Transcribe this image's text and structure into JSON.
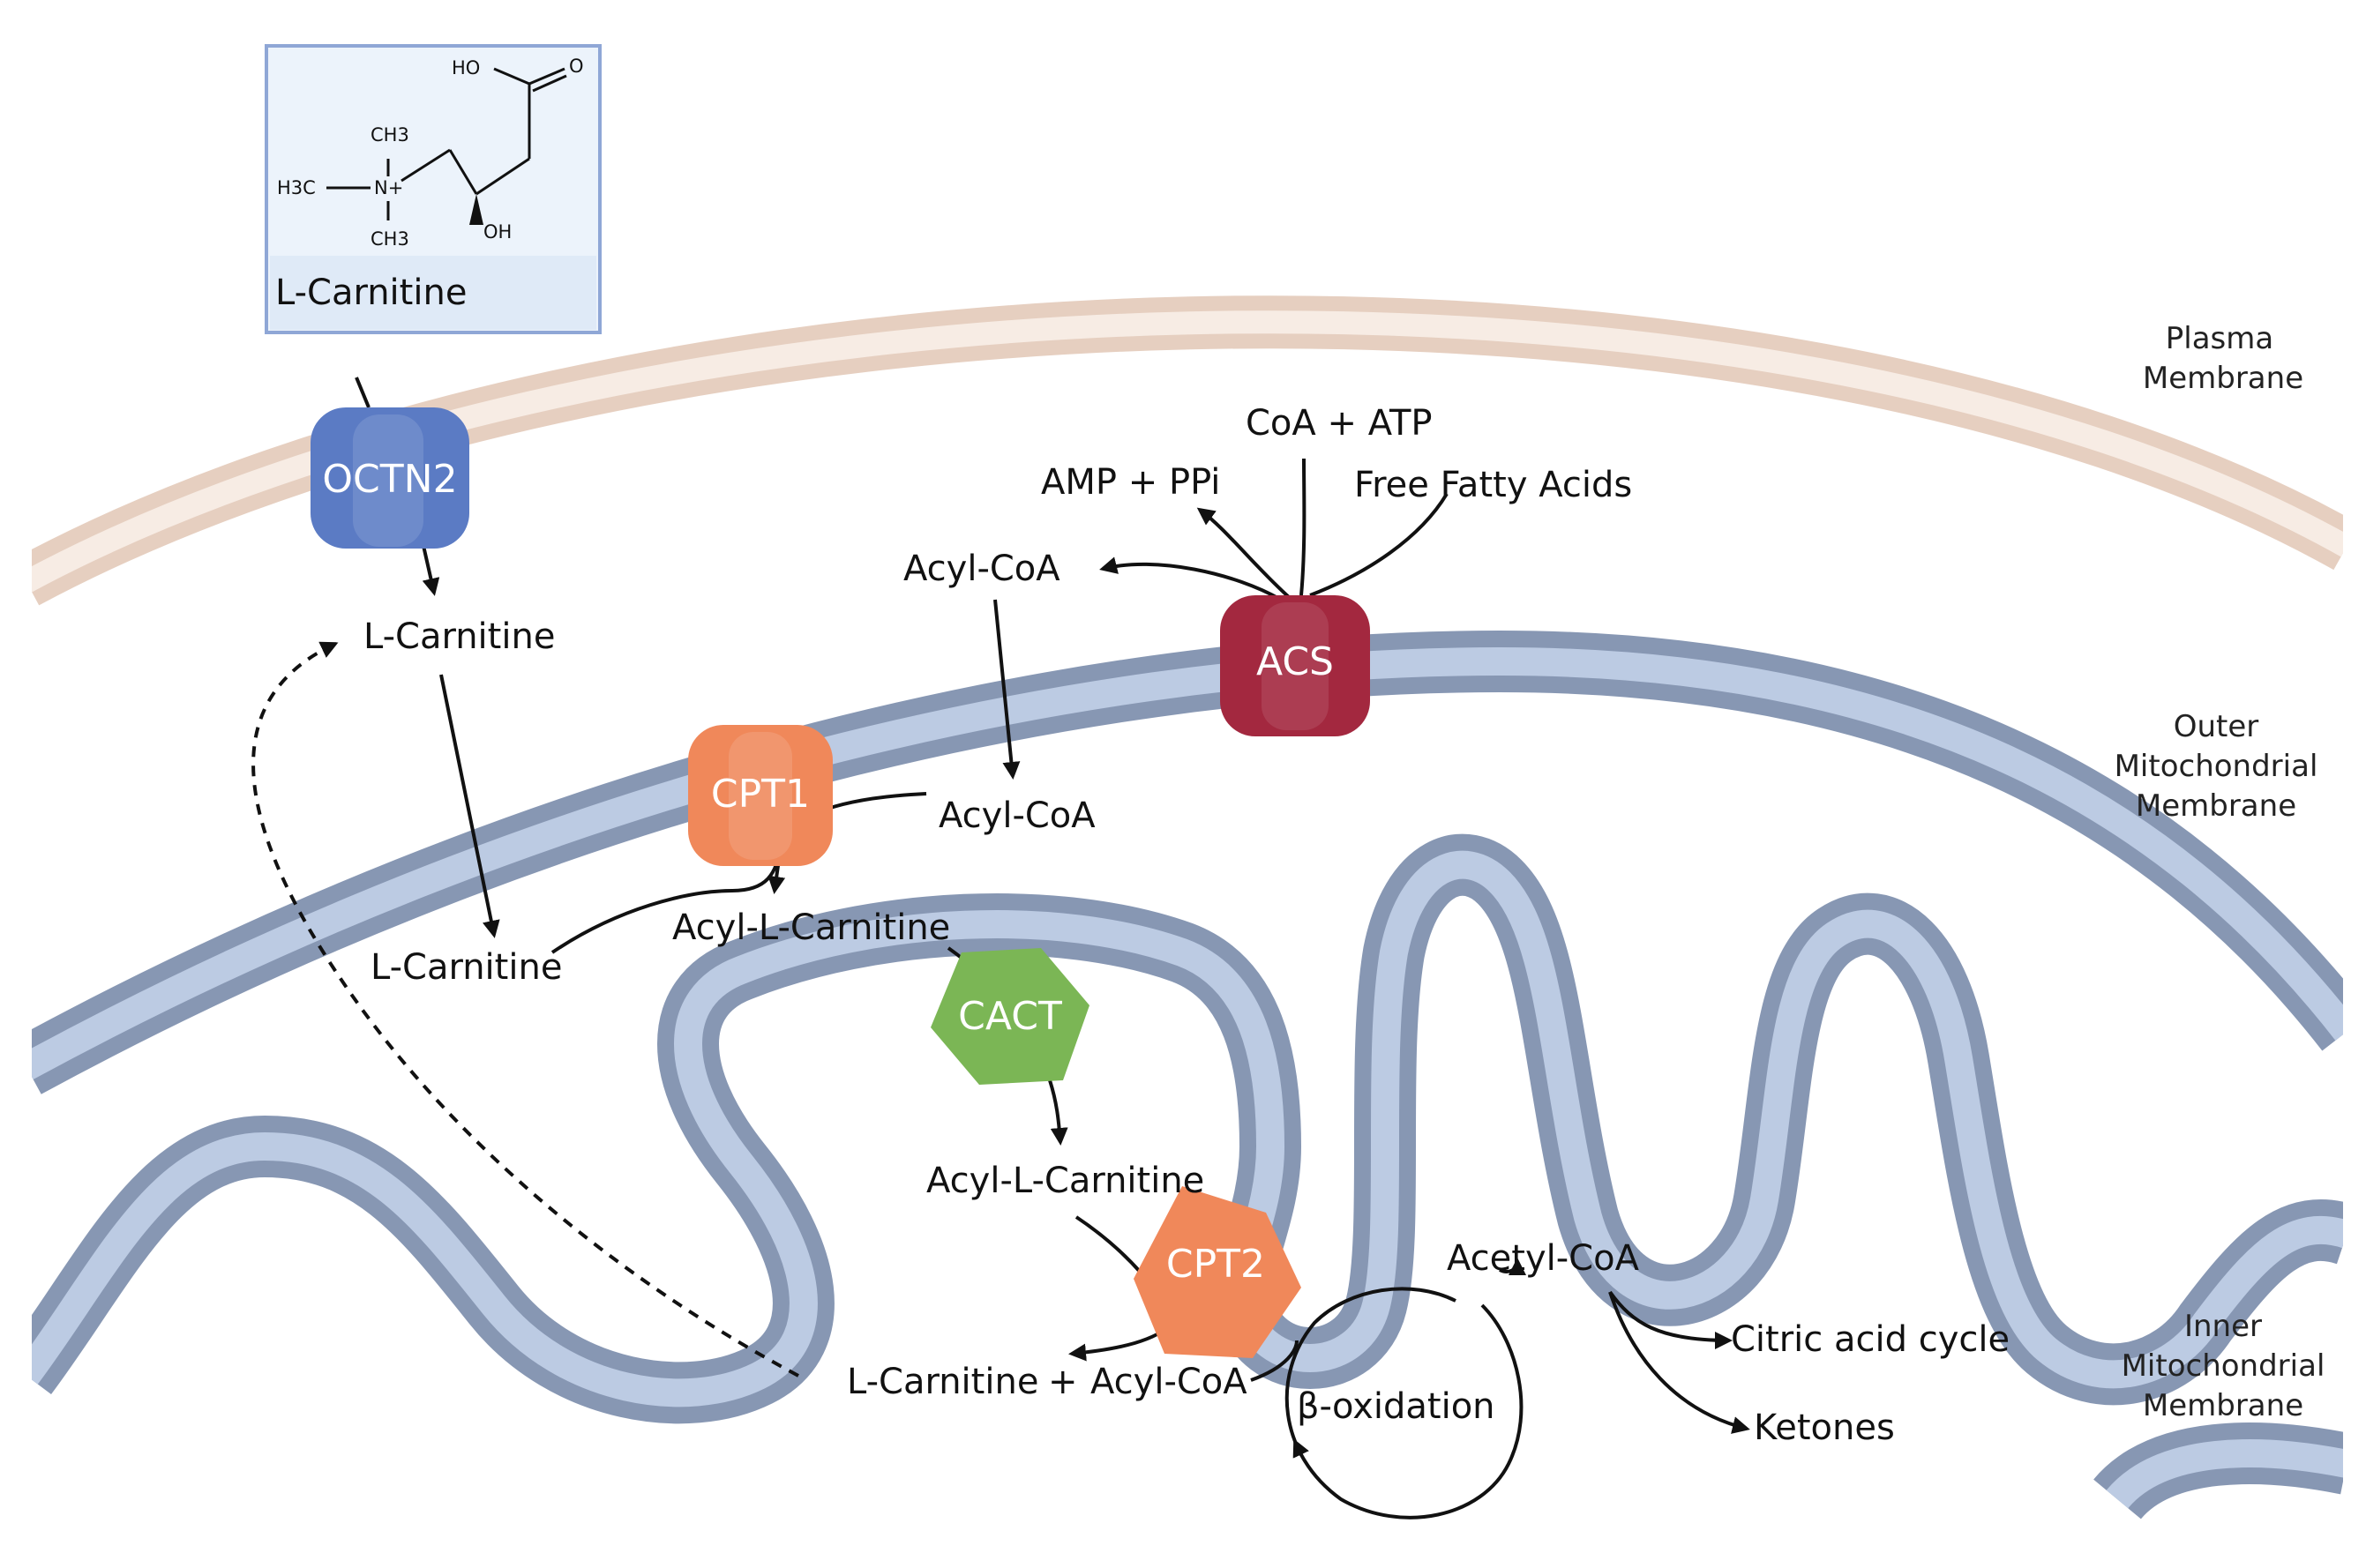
{
  "structure": {
    "name": "L-Carnitine",
    "atoms": {
      "ho": "HO",
      "o": "O",
      "ch3_top": "CH3",
      "h3c": "H3C",
      "n_plus": "N+",
      "ch3_bottom": "CH3",
      "oh": "OH"
    }
  },
  "membranes": {
    "plasma": "Plasma Membrane",
    "outer": "Outer Mitochondrial Membrane",
    "inner": "Inner Mitochondrial Membrane"
  },
  "enzymes": {
    "octn2": "OCTN2",
    "acs": "ACS",
    "cpt1": "CPT1",
    "cact": "CACT",
    "cpt2": "CPT2"
  },
  "metabolites": {
    "l_carnitine_cytosol": "L-Carnitine",
    "l_carnitine_ims": "L-Carnitine",
    "coa_atp": "CoA + ATP",
    "amp_ppi": "AMP + PPi",
    "free_fatty_acids": "Free Fatty Acids",
    "acyl_coa_cytosol": "Acyl-CoA",
    "acyl_coa_ims": "Acyl-CoA",
    "acyl_l_carnitine_ims": "Acyl-L-Carnitine",
    "acyl_l_carnitine_matrix": "Acyl-L-Carnitine",
    "l_carnitine_matrix": "L-Carnitine",
    "plus": "+",
    "acyl_coa_matrix": "Acyl-CoA",
    "beta_oxidation": "β-oxidation",
    "acetyl_coa": "Acetyl-CoA",
    "citric_acid_cycle": "Citric acid cycle",
    "ketones": "Ketones"
  },
  "colors": {
    "plasma_membrane": "#e6cfc0",
    "plasma_membrane_core": "#f7ece4",
    "mito_membrane": "#8797b3",
    "mito_membrane_core": "#bccbe3",
    "octn2": "#5b7bc4",
    "acs": "#a3283f",
    "cpt": "#f0885a",
    "cact": "#7bb655",
    "structure_border": "#8fa7d6",
    "structure_fill": "#ecf3fb"
  }
}
